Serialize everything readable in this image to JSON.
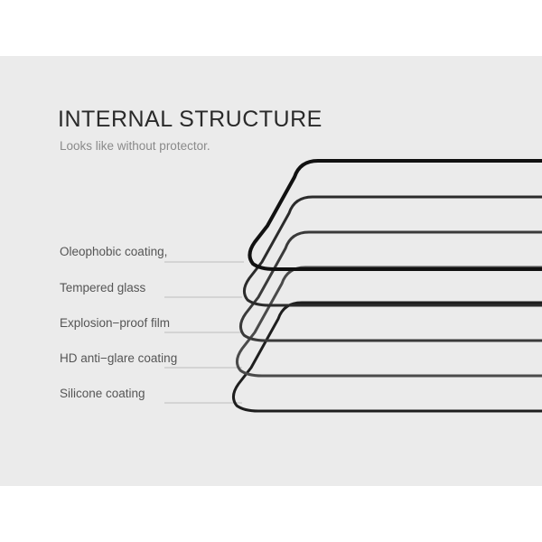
{
  "header": {
    "title": "INTERNAL STRUCTURE",
    "subtitle": "Looks like without protector."
  },
  "layers": [
    {
      "label": "Oleophobic coating,",
      "edge_color": "#111111",
      "edge_style": "thick-black"
    },
    {
      "label": "Tempered glass",
      "edge_color": "#2b2b2b",
      "edge_style": "outline"
    },
    {
      "label": "Explosion−proof film",
      "edge_color": "#3a3a3a",
      "edge_style": "outline"
    },
    {
      "label": "HD anti−glare coating",
      "edge_color": "#4a4a4a",
      "edge_style": "outline"
    },
    {
      "label": "Silicone coating",
      "edge_color": "#1e1e1e",
      "edge_style": "outline"
    }
  ],
  "colors": {
    "background": "#ebebeb",
    "title": "#2a2a2a",
    "subtitle": "#8a8a8a",
    "label": "#555555",
    "leader_line": "#bdbdbd"
  }
}
